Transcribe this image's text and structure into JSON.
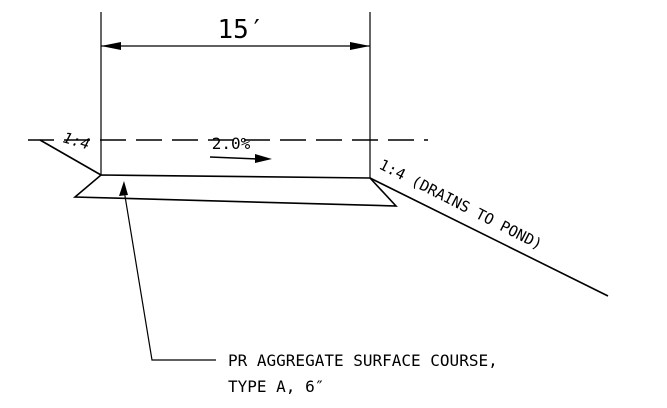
{
  "drawing": {
    "dimension_label": "15′",
    "cross_slope_label": "2.0%",
    "left_side_slope_label": "1:4",
    "right_side_slope_label": "1:4 (DRAINS TO POND)",
    "callout_line1": "PR AGGREGATE SURFACE COURSE,",
    "callout_line2": "TYPE A, 6″"
  }
}
